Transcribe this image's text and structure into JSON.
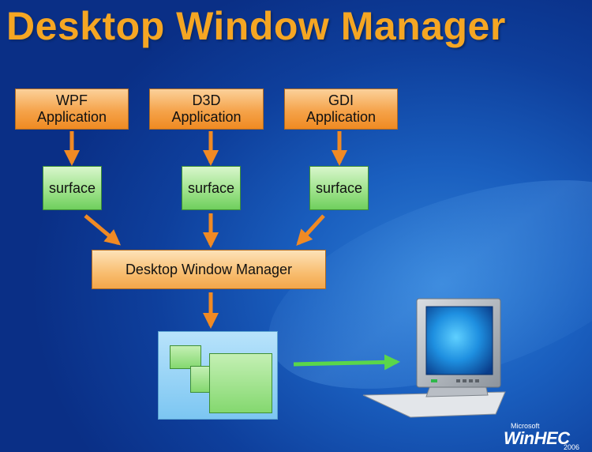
{
  "slide": {
    "title": "Desktop Window Manager"
  },
  "apps": [
    {
      "line1": "WPF",
      "line2": "Application"
    },
    {
      "line1": "D3D",
      "line2": "Application"
    },
    {
      "line1": "GDI",
      "line2": "Application"
    }
  ],
  "surfaces": [
    "surface",
    "surface",
    "surface"
  ],
  "dwm": {
    "label": "Desktop Window Manager"
  },
  "logo": {
    "microsoft": "Microsoft",
    "winhec": "WinHEC",
    "year": "2006"
  },
  "colors": {
    "title": "#f5a623",
    "arrow_orange": "#f08a24",
    "arrow_green": "#5ad64a",
    "background": "#1a5fbf"
  }
}
